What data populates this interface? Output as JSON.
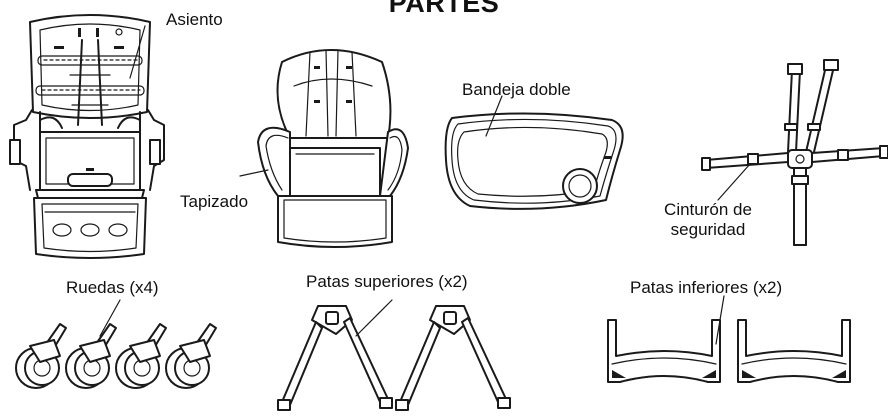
{
  "title": "PARTES",
  "parts": {
    "asiento": "Asiento",
    "tapizado": "Tapizado",
    "bandeja": "Bandeja doble",
    "cinturon_line1": "Cinturón de",
    "cinturon_line2": "seguridad",
    "ruedas": "Ruedas (x4)",
    "patas_superiores": "Patas superiores (x2)",
    "patas_inferiores": "Patas inferiores (x2)"
  }
}
